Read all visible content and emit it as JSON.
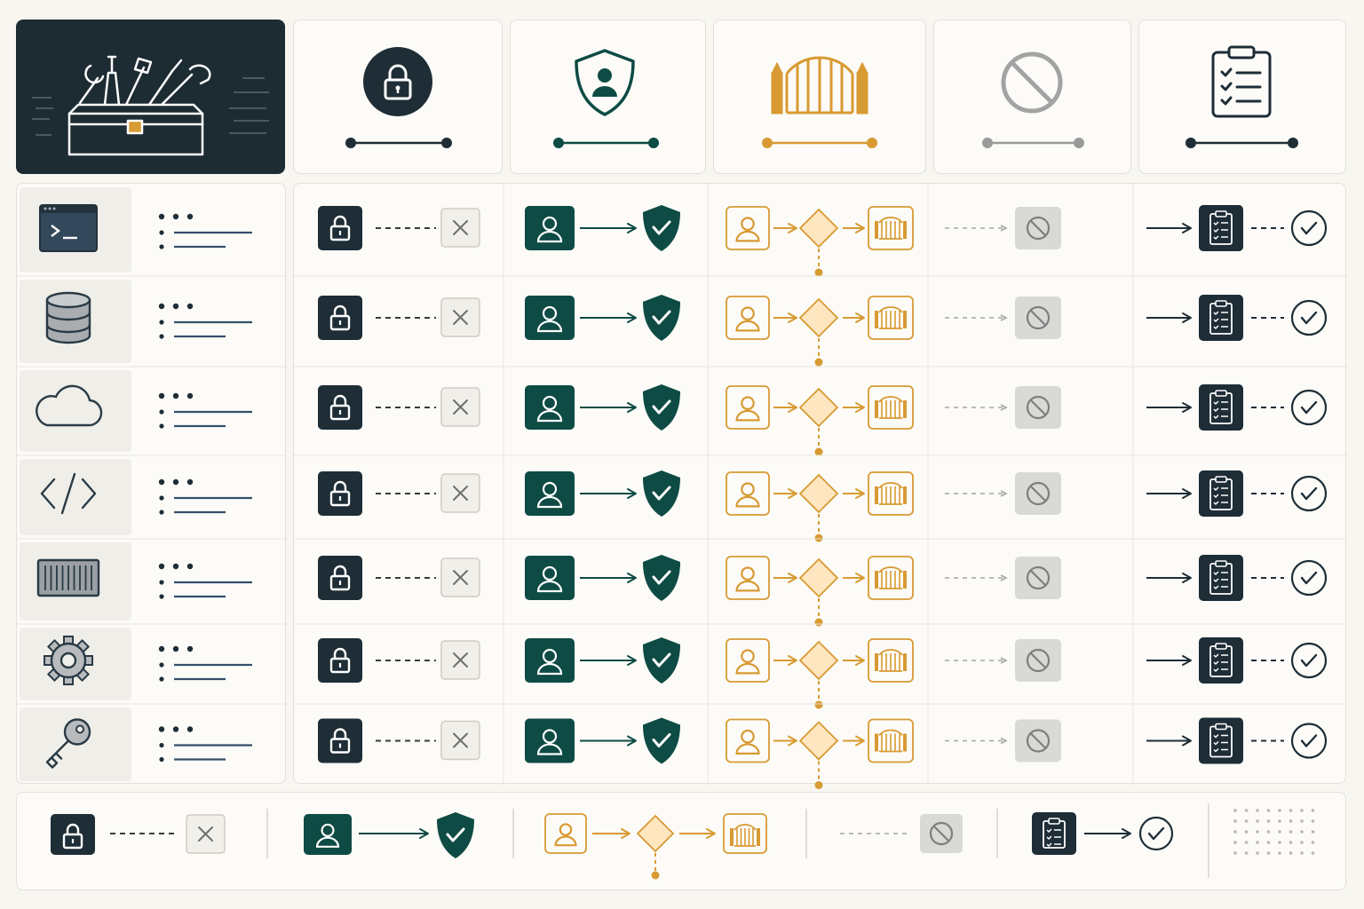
{
  "colors": {
    "navy": "#1e2d36",
    "teal": "#0e4b44",
    "gold": "#d89a32",
    "gold_fill": "#fde6c0",
    "gray": "#9a9a9a",
    "gray_fill": "#d9d9d6",
    "slate": "#3a4a54",
    "line_blue": "#34506a",
    "background": "#f7f6f1"
  },
  "header": {
    "toolbox": {
      "icon": "toolbox-icon"
    },
    "columns": [
      {
        "id": "locked",
        "icon": "padlock-icon",
        "color": "#1e2d36"
      },
      {
        "id": "protected",
        "icon": "shield-user-icon",
        "color": "#0e4b44"
      },
      {
        "id": "gated",
        "icon": "gate-icon",
        "color": "#d89a32"
      },
      {
        "id": "blocked",
        "icon": "prohibited-icon",
        "color": "#9a9a9a"
      },
      {
        "id": "audited",
        "icon": "clipboard-checklist-icon",
        "color": "#1e2d36"
      }
    ]
  },
  "rows": [
    {
      "icon": "terminal-icon"
    },
    {
      "icon": "database-icon"
    },
    {
      "icon": "cloud-icon"
    },
    {
      "icon": "code-icon"
    },
    {
      "icon": "container-icon"
    },
    {
      "icon": "gear-icon"
    },
    {
      "icon": "key-icon"
    }
  ],
  "legend": {
    "items": [
      {
        "icon": "lock-denied-flow-icon"
      },
      {
        "icon": "user-shield-flow-icon"
      },
      {
        "icon": "user-decision-gate-flow-icon"
      },
      {
        "icon": "blocked-flow-icon"
      },
      {
        "icon": "clipboard-check-flow-icon"
      },
      {
        "icon": "dot-grid-icon"
      }
    ]
  }
}
